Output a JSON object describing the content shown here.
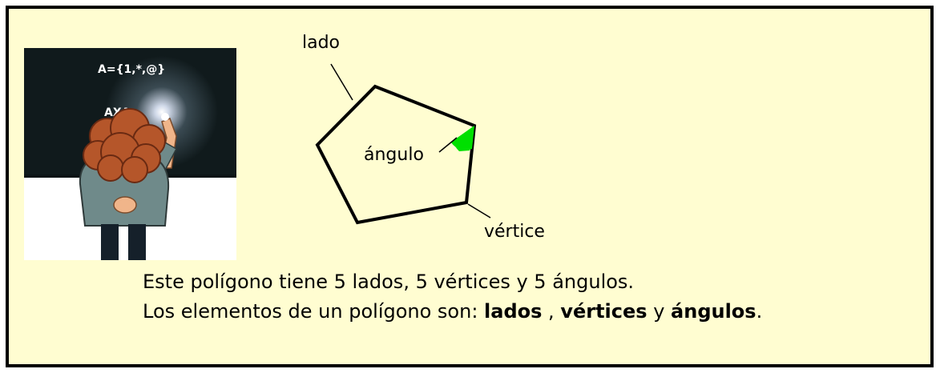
{
  "illustration": {
    "board_set": "A={1,*,@}",
    "board_product": "AXA"
  },
  "diagram": {
    "label_side": "lado",
    "label_angle": "ángulo",
    "label_vertex": "vértice",
    "angle_color": "#00e000"
  },
  "text": {
    "line1": "Este polígono tiene 5 lados, 5 vértices y 5 ángulos.",
    "line2_prefix": "Los elementos de un polígono son: ",
    "term_sides": "lados",
    "sep1": " , ",
    "term_vertices": "vértices",
    "sep2": "  y ",
    "term_angles": "ángulos",
    "end": "."
  }
}
